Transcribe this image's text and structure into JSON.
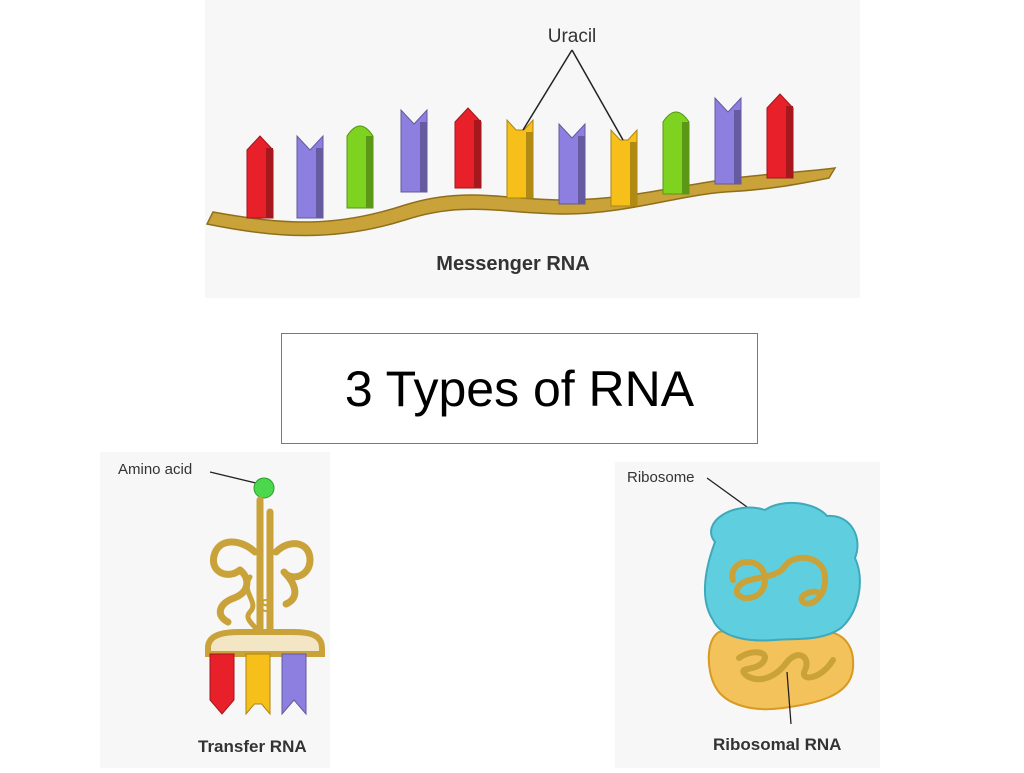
{
  "slide": {
    "title": "3 Types of RNA"
  },
  "mrna": {
    "label": "Messenger RNA",
    "callout": "Uracil",
    "bases": [
      "red",
      "blue",
      "green",
      "blue",
      "red",
      "yellow",
      "blue",
      "yellow",
      "green",
      "blue",
      "red"
    ]
  },
  "trna": {
    "label": "Transfer RNA",
    "callout": "Amino acid",
    "bases": [
      "red",
      "yellow",
      "blue"
    ]
  },
  "rrna": {
    "label": "Ribosomal RNA",
    "callout": "Ribosome"
  },
  "colors": {
    "red": "#e8202a",
    "blue": "#8d7fe0",
    "green": "#7ed321",
    "yellow": "#f6bf1a",
    "strand": "#c9a23a",
    "ribosome": "#5fcfe0",
    "ribosome_lower": "#f3c25a"
  }
}
